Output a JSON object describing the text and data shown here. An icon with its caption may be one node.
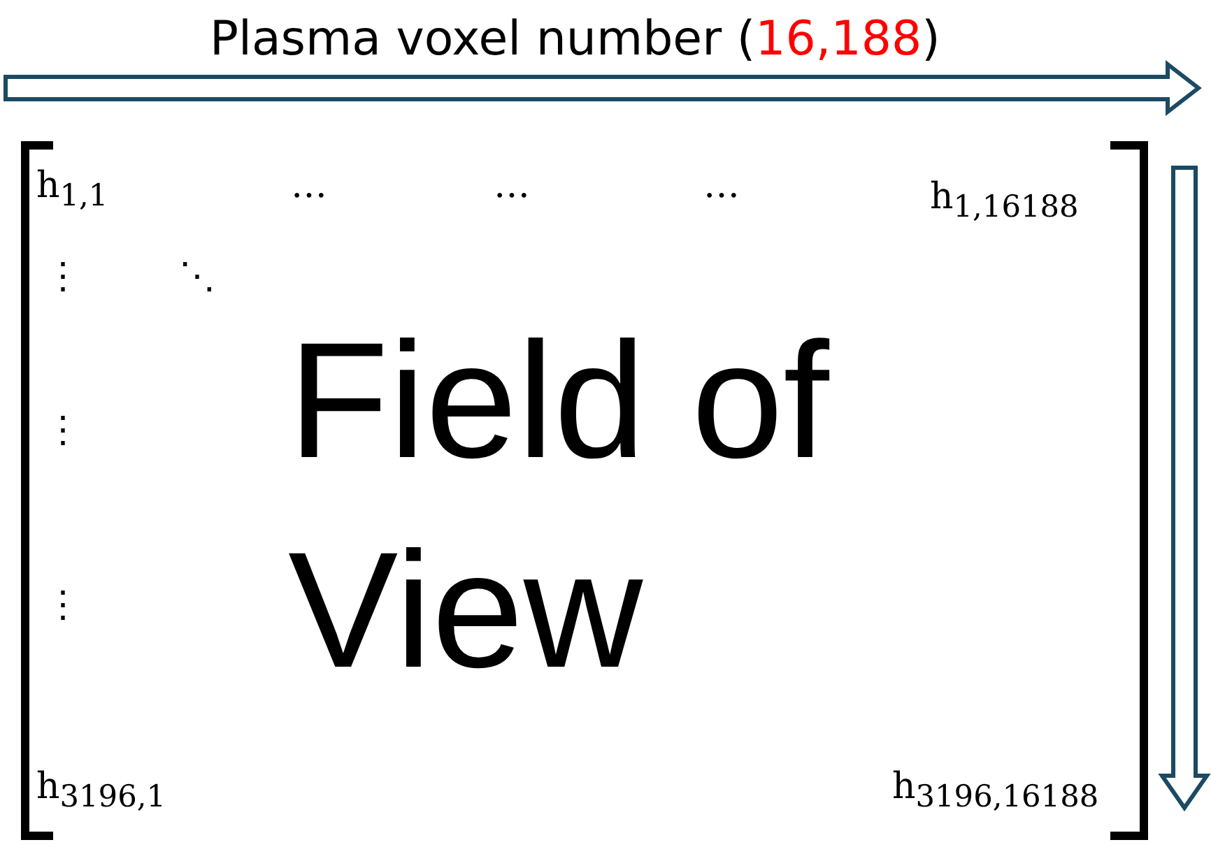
{
  "diagram": {
    "labels": [
      "Plasma voxel number (16,188)",
      "h$_{1,1}$",
      "…",
      "…",
      "…",
      "h$_{1,16188}$",
      "⋮",
      "⋱",
      "Field of View",
      "⋮",
      "⋮",
      "h$_{3196,1}$",
      "h$_{3196,16188}$"
    ]
  }
}
